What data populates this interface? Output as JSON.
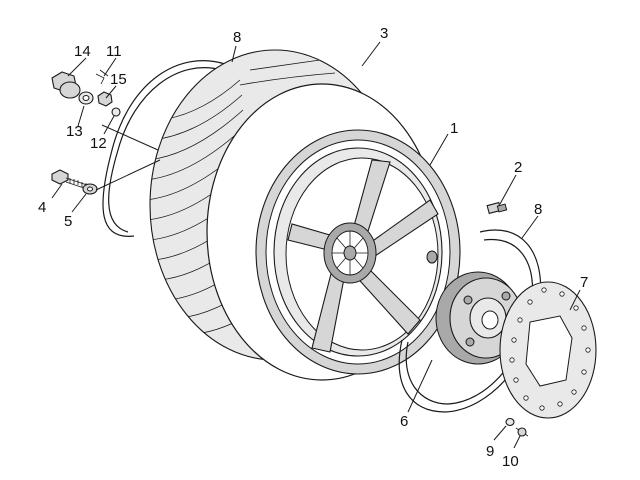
{
  "callouts": {
    "c1": "1",
    "c2": "2",
    "c3": "3",
    "c4": "4",
    "c5": "5",
    "c6": "6",
    "c7": "7",
    "c8a": "8",
    "c8b": "8",
    "c9": "9",
    "c10": "10",
    "c11": "11",
    "c12": "12",
    "c13": "13",
    "c14": "14",
    "c15": "15"
  }
}
